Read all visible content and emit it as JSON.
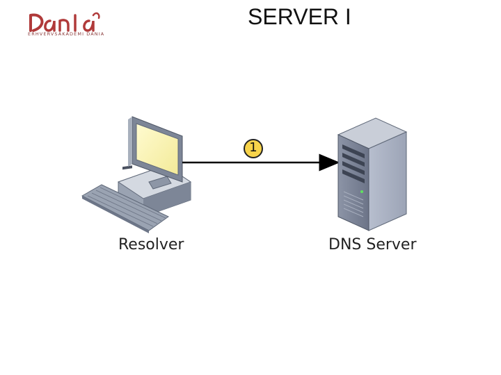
{
  "logo": {
    "wordmark": "Dania",
    "subtitle": "ERHVERVSAKADEMI DANIA"
  },
  "title": "SERVER I",
  "nodes": {
    "client": {
      "label": "Resolver"
    },
    "server": {
      "label": "DNS Server"
    }
  },
  "step": {
    "number": "1"
  },
  "colors": {
    "logo": "#b03a3a",
    "step_badge": "#f7d34a",
    "arrow": "#000000"
  }
}
